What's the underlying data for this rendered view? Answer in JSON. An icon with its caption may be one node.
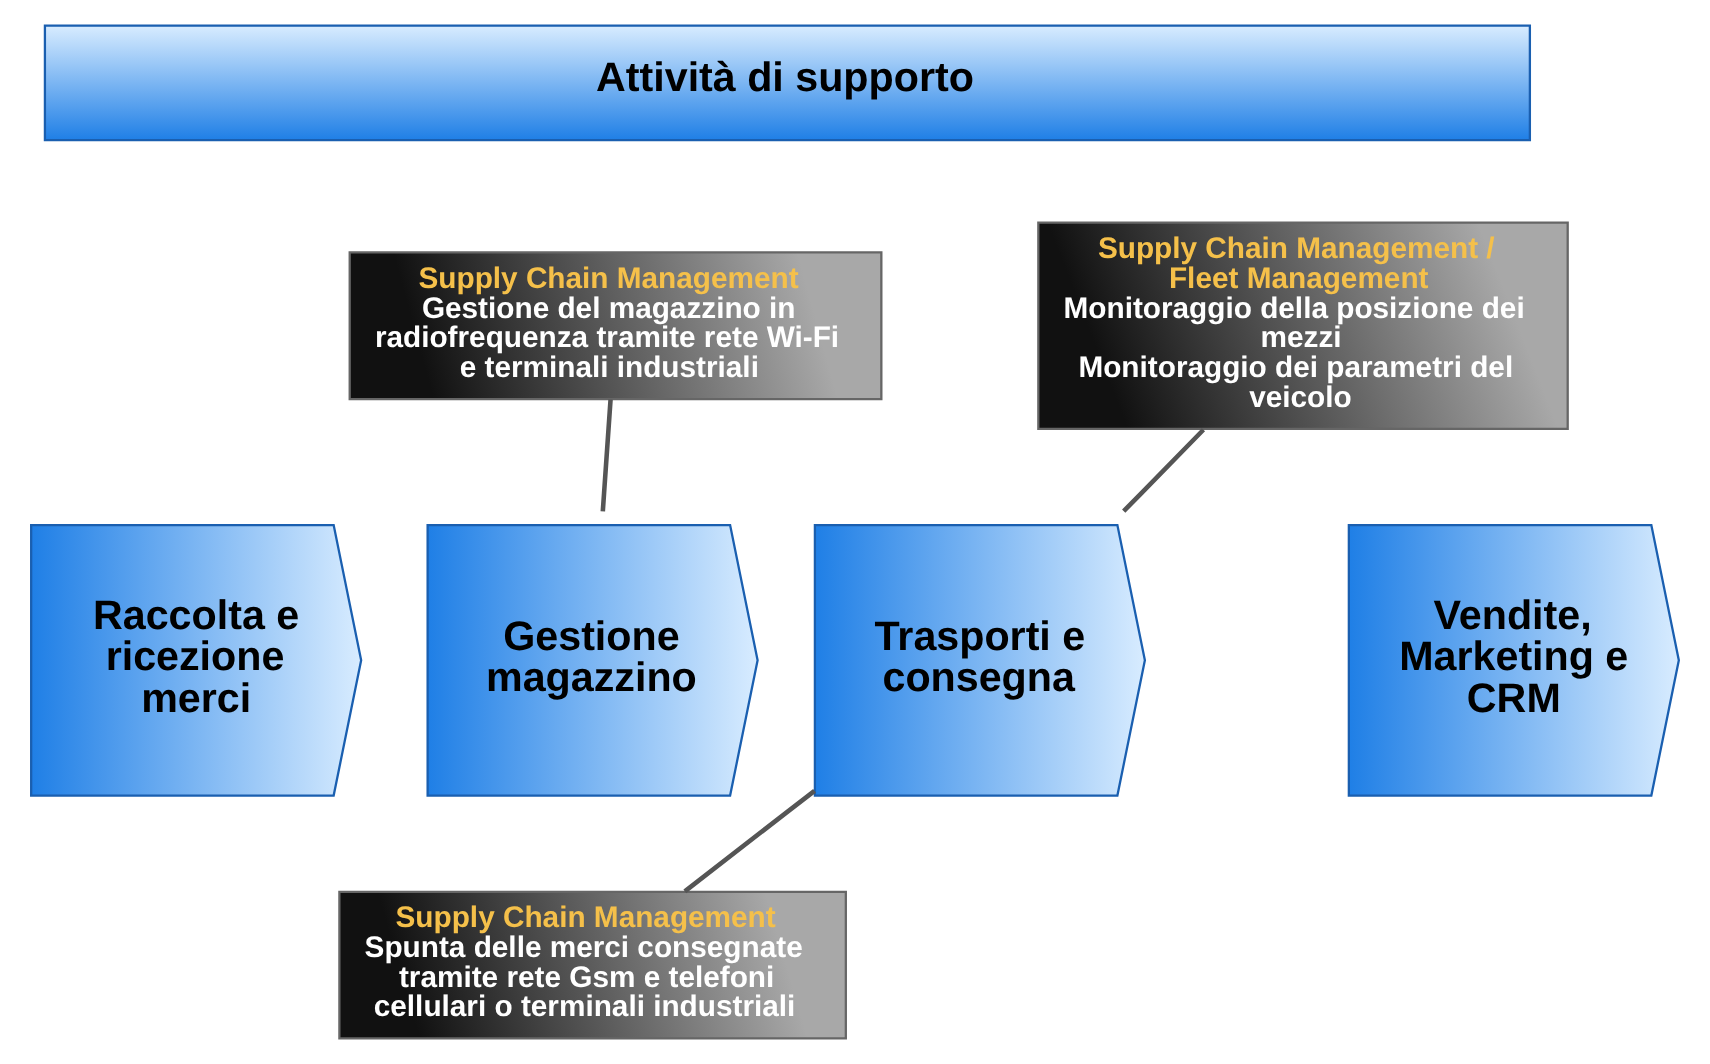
{
  "diagram": {
    "nodes": [
      {
        "text": [
          "Attività di supporto"
        ]
      },
      {
        "text": [
          "Raccolta e ricezione merci"
        ]
      },
      {
        "text": [
          "Gestione magazzino"
        ]
      },
      {
        "text": [
          "Trasporti e consegna"
        ]
      },
      {
        "text": [
          "Vendite, Marketing e CRM"
        ]
      },
      {
        "text": [
          "Supply Chain Management",
          "Gestione del magazzino in radiofrequenza tramite rete Wi-Fi e terminali industriali"
        ]
      },
      {
        "text": [
          "Supply Chain Management / Fleet Management",
          "Monitoraggio della posizione dei mezzi",
          "Monitoraggio dei parametri del veicolo"
        ]
      },
      {
        "text": [
          "Supply Chain Management",
          "Spunta delle merci consegnate tramite rete Gsm e telefoni cellulari o terminali industriali"
        ]
      }
    ],
    "edges": [
      {
        "from": 5,
        "to": 2,
        "arrow": "none"
      },
      {
        "from": 6,
        "to": 3,
        "arrow": "none"
      },
      {
        "from": 7,
        "to": 3,
        "arrow": "none"
      }
    ]
  }
}
